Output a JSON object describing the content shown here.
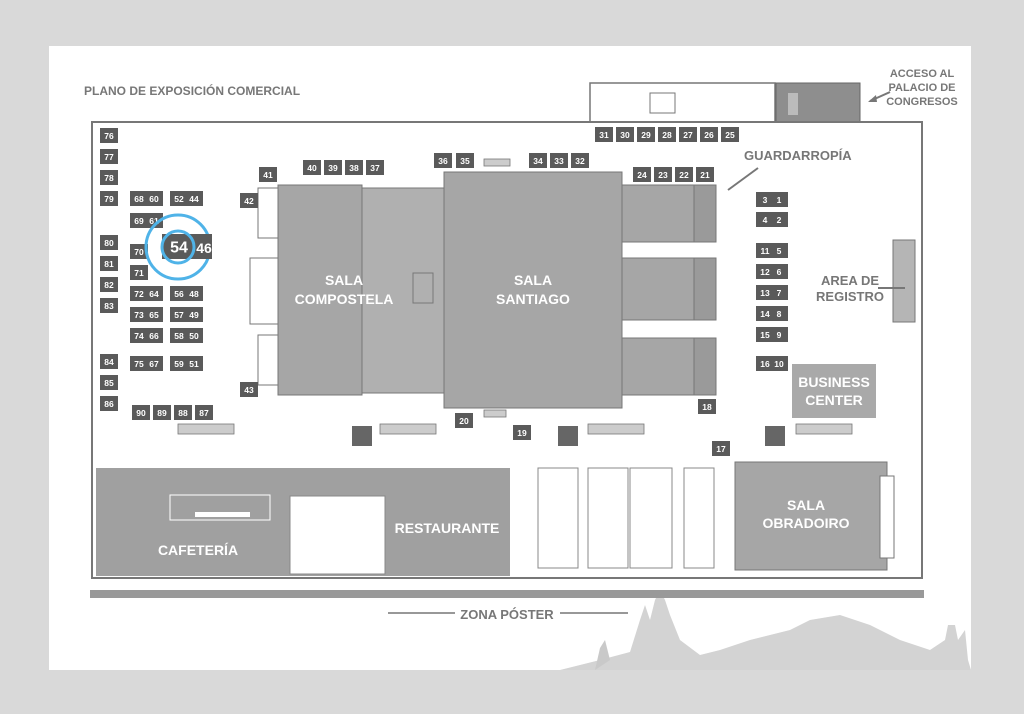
{
  "title": "PLANO DE EXPOSICIÓN COMERCIAL",
  "labels": {
    "acceso": [
      "ACCESO AL",
      "PALACIO DE",
      "CONGRESOS"
    ],
    "guardarropia": "GUARDARROPÍA",
    "sala_compostela": [
      "SALA",
      "COMPOSTELA"
    ],
    "sala_santiago": [
      "SALA",
      "SANTIAGO"
    ],
    "area_registro": [
      "AREA DE",
      "REGISTRO"
    ],
    "business_center": [
      "BUSINESS",
      "CENTER"
    ],
    "sala_obradoiro": [
      "SALA",
      "OBRADOIRO"
    ],
    "cafeteria": "CAFETERÍA",
    "restaurante": "RESTAURANTE",
    "zona_poster": "ZONA PÓSTER"
  },
  "highlighted_booth": "54",
  "highlighted_booth_partial": "46",
  "booths": [
    "1",
    "2",
    "3",
    "4",
    "5",
    "6",
    "7",
    "8",
    "9",
    "10",
    "11",
    "12",
    "13",
    "14",
    "15",
    "16",
    "17",
    "18",
    "19",
    "20",
    "21",
    "22",
    "23",
    "24",
    "25",
    "26",
    "27",
    "28",
    "29",
    "30",
    "31",
    "32",
    "33",
    "34",
    "35",
    "36",
    "37",
    "38",
    "39",
    "40",
    "41",
    "42",
    "43",
    "44",
    "48",
    "49",
    "50",
    "51",
    "52",
    "56",
    "57",
    "58",
    "59",
    "60",
    "61",
    "64",
    "65",
    "66",
    "67",
    "68",
    "69",
    "70",
    "71",
    "72",
    "73",
    "74",
    "75",
    "76",
    "77",
    "78",
    "79",
    "80",
    "81",
    "82",
    "83",
    "84",
    "85",
    "86",
    "87",
    "88",
    "89",
    "90"
  ],
  "colors": {
    "booth": "#5a5a5a",
    "room": "#a6a6a6",
    "room_dark": "#8f8f8f",
    "highlight": "#4fb3e8",
    "label": "#777777",
    "background": "#d9d9d9"
  },
  "icons": [
    "elevator-icon",
    "arrow-icon",
    "stairs-icon"
  ]
}
